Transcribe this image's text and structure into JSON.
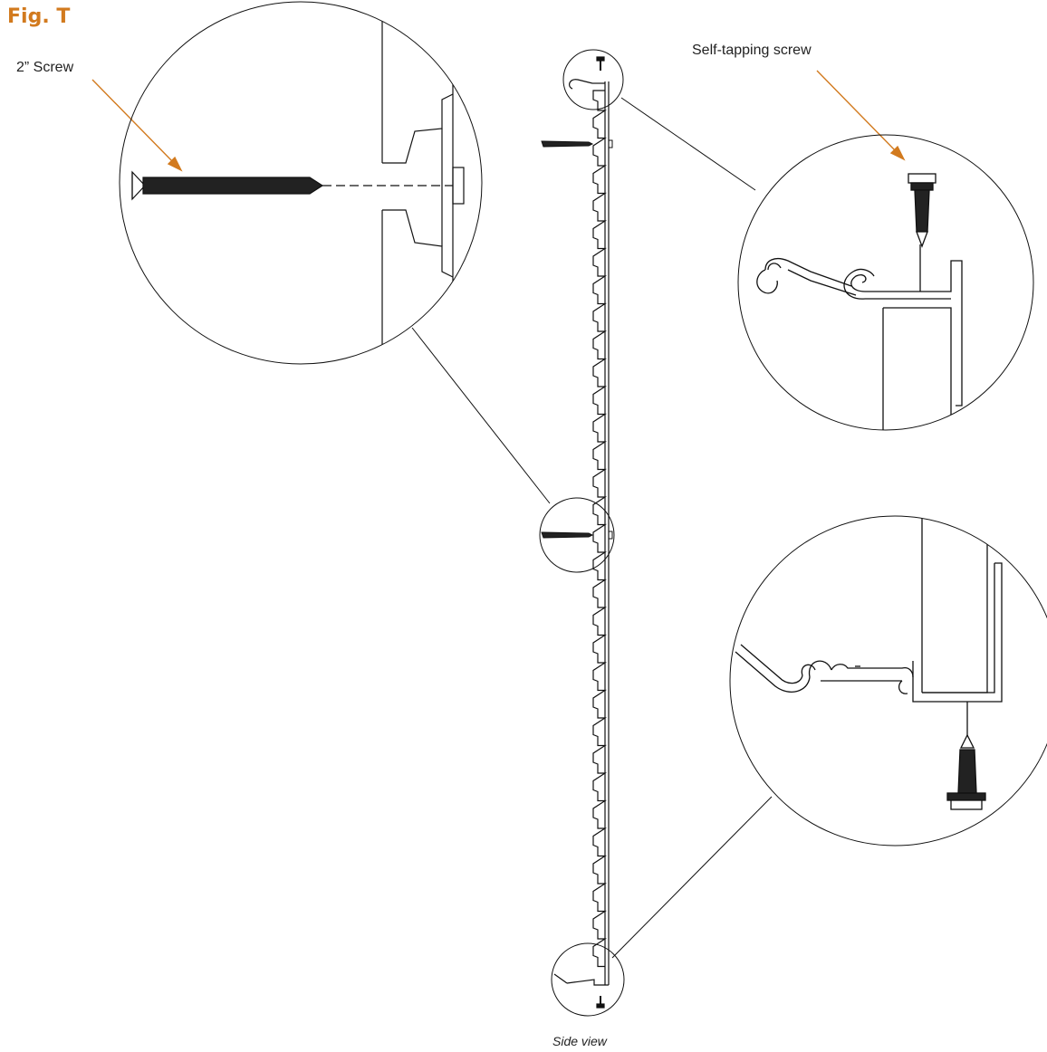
{
  "figure": {
    "title": "Fig. T",
    "caption": "Side view"
  },
  "labels": {
    "screw": "2” Screw",
    "self_tapping": "Self-tapping screw"
  },
  "colors": {
    "accent": "#d27a1e",
    "line": "#111111"
  }
}
